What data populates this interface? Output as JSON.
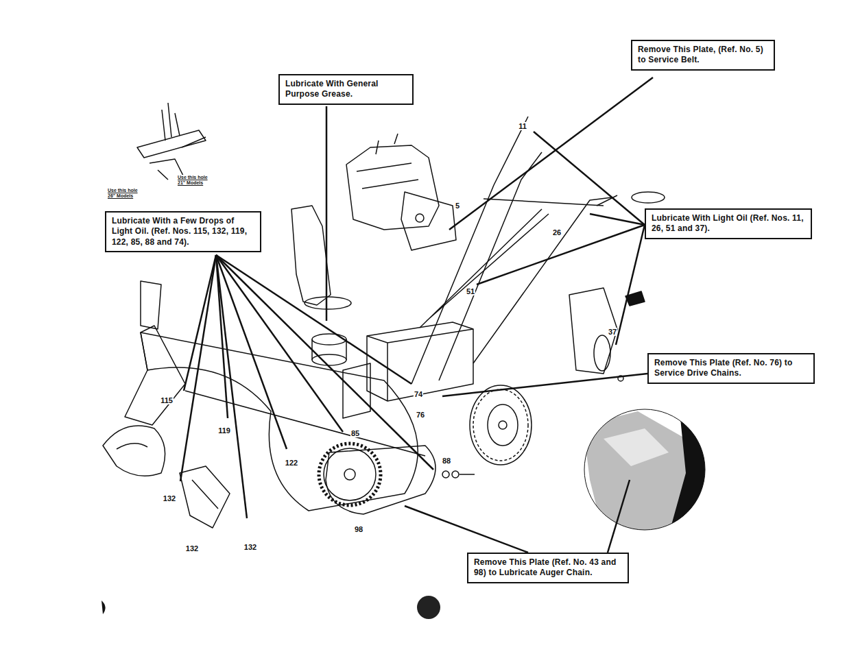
{
  "diagram": {
    "nodes": [
      {
        "text": [
          "Remove This Plate, (Ref. No. 5) to Service Belt."
        ]
      },
      {
        "text": [
          "Lubricate With General Purpose Grease."
        ]
      },
      {
        "text": [
          "Lubricate With a Few Drops of Light Oil. (Ref. Nos. 115, 132, 119, 122, 85, 88 and 74)."
        ]
      },
      {
        "text": [
          "Lubricate With Light Oil (Ref. Nos. 11, 26, 51 and 37)."
        ]
      },
      {
        "text": [
          "Remove This Plate (Ref. No. 76) to Service Drive Chains."
        ]
      },
      {
        "text": [
          "Remove This Plate (Ref. No. 43 and 98) to Lubricate Auger Chain."
        ]
      }
    ],
    "labels": [
      "Use this hole 21\" Models",
      "Use this hole 26\" Models",
      "11",
      "5",
      "26",
      "51",
      "37",
      "74",
      "76",
      "115",
      "119",
      "85",
      "122",
      "88",
      "132",
      "132",
      "98",
      "132"
    ]
  }
}
